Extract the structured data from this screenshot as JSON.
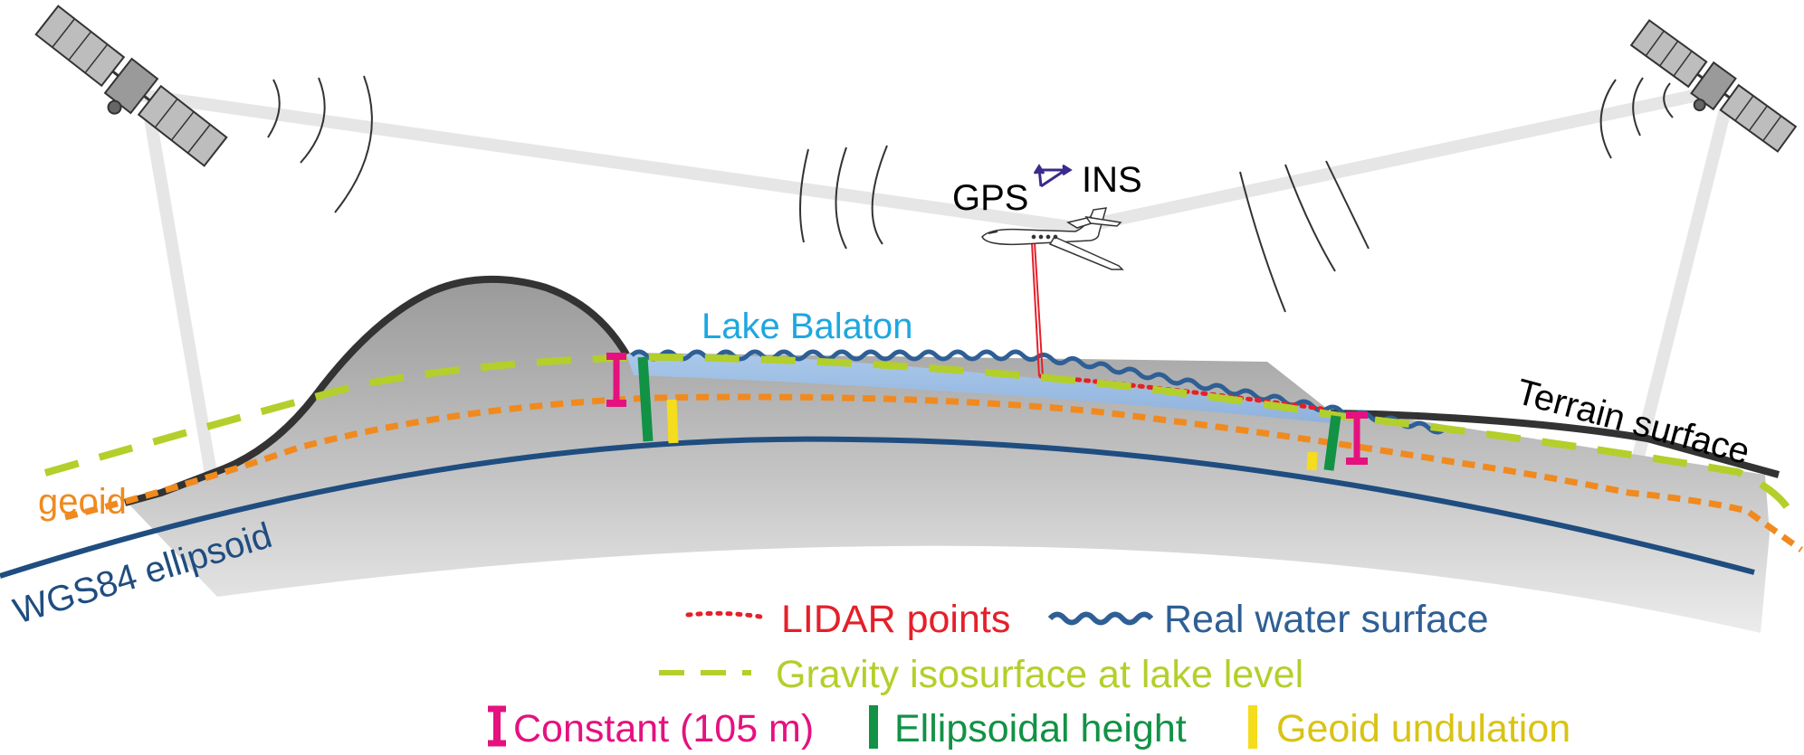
{
  "labels": {
    "gps": "GPS",
    "ins": "INS",
    "lake": "Lake Balaton",
    "terrain": "Terrain surface",
    "geoid": "geoid",
    "ellipsoid": "WGS84 ellipsoid"
  },
  "legend": {
    "lidar": "LIDAR points",
    "water": "Real water surface",
    "gravity": "Gravity isosurface at lake level",
    "constant": "Constant (105 m)",
    "ellipsoidal": "Ellipsoidal height",
    "undulation": "Geoid undulation"
  },
  "colors": {
    "lidar": "#e4202a",
    "water": "#2e5f95",
    "gravity": "#b3cf2b",
    "constant": "#e5117f",
    "ellipsoidal": "#119245",
    "undulation": "#f5dc1c",
    "geoid": "#f08a1f",
    "lake": "#1ea7e0",
    "ellipsoid": "#1f4d80"
  },
  "icons": {
    "satellite_left": "satellite-icon",
    "satellite_right": "satellite-icon",
    "aircraft": "airplane-icon"
  }
}
